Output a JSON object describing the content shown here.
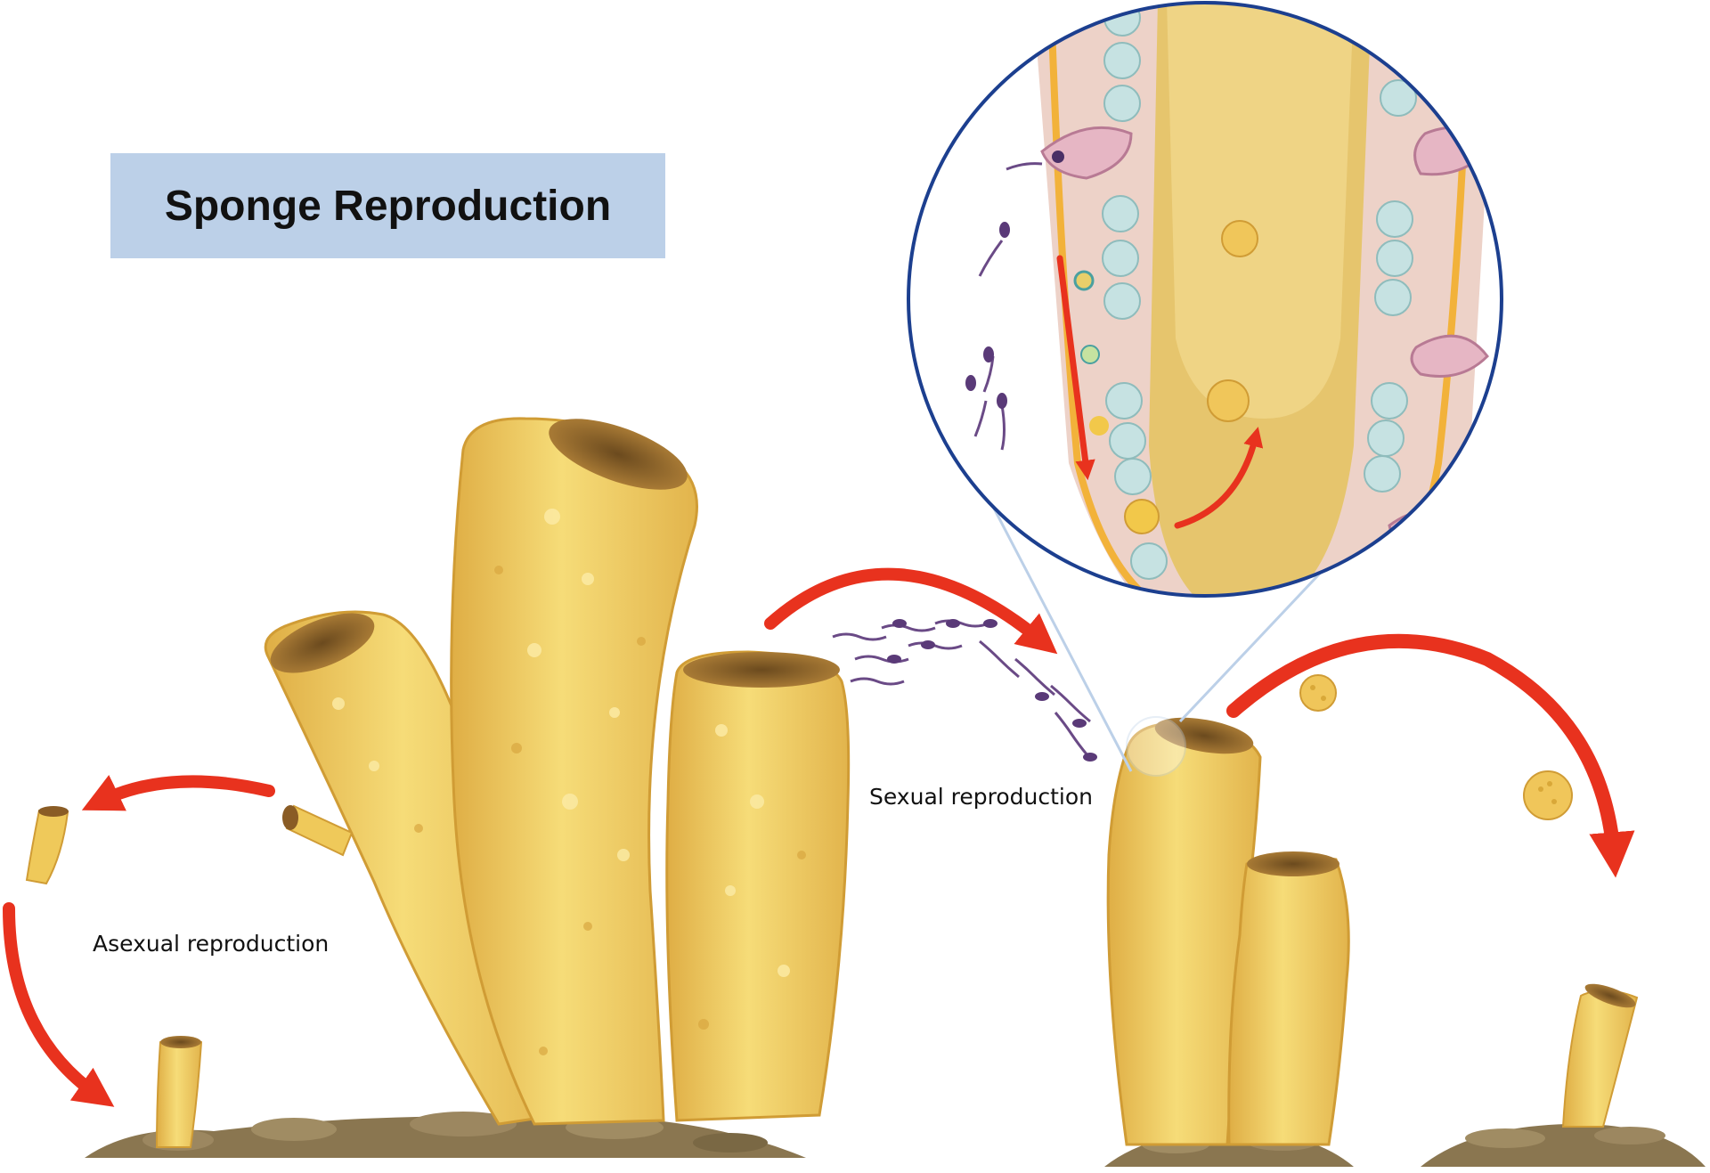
{
  "title": "Sponge Reproduction",
  "labels": {
    "asexual": "Asexual reproduction",
    "sexual": "Sexual reproduction"
  },
  "colors": {
    "title_background": "#bcd0e8",
    "sponge_body": "#f0cd5e",
    "sponge_outline": "#d9a838",
    "arrow": "#e8321e",
    "soil": "#8a7650",
    "magnifier_ring": "#1c3f8f",
    "sperm": "#6a4a86",
    "choanocyte": "#c6e2e2"
  }
}
